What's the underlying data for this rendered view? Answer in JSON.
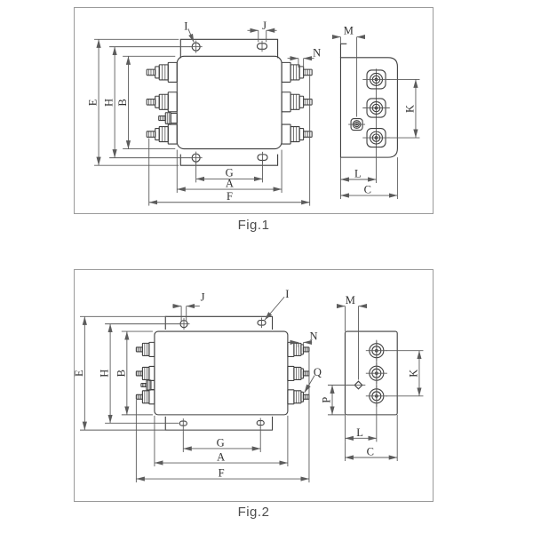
{
  "figures": [
    {
      "caption": "Fig.1",
      "labels": {
        "I": "I",
        "J": "J",
        "N": "N",
        "E": "E",
        "H": "H",
        "B": "B",
        "G": "G",
        "A": "A",
        "F": "F",
        "M": "M",
        "K": "K",
        "L": "L",
        "C": "C"
      }
    },
    {
      "caption": "Fig.2",
      "labels": {
        "J": "J",
        "I": "I",
        "N": "N",
        "Q": "Q",
        "E": "E",
        "H": "H",
        "B": "B",
        "G": "G",
        "A": "A",
        "F": "F",
        "M": "M",
        "K": "K",
        "P": "P",
        "L": "L",
        "C": "C"
      }
    }
  ],
  "colors": {
    "outline": "#3f3f3f",
    "dimension": "#5c5c5c",
    "label": "#303030",
    "box_border": "#9a9a9a",
    "background": "#ffffff",
    "caption": "#4d4d4d"
  }
}
